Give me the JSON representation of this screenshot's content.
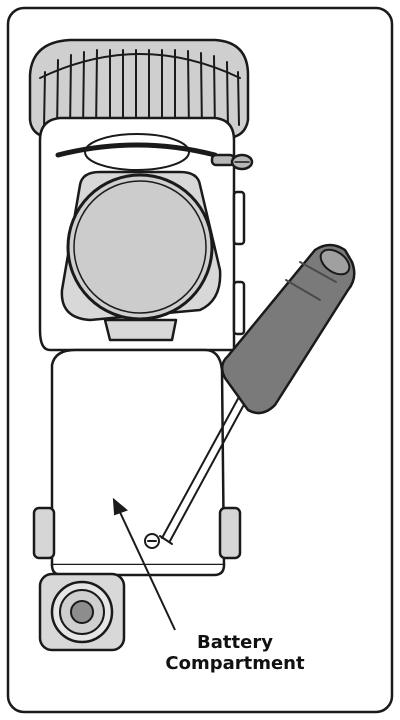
{
  "callout": {
    "line1": "Battery",
    "line2": "Compartment"
  },
  "colors": {
    "outline": "#1a1a1a",
    "body_light": "#ffffff",
    "gray_light": "#d0d0d0",
    "gray_mid": "#b7b7b7",
    "gray_dark": "#6a6a6a",
    "screwdriver_handle": "#7a7a7a"
  },
  "icons": [
    "device-illustration",
    "screwdriver-icon",
    "focus-knob-icon",
    "arrow-icon"
  ]
}
